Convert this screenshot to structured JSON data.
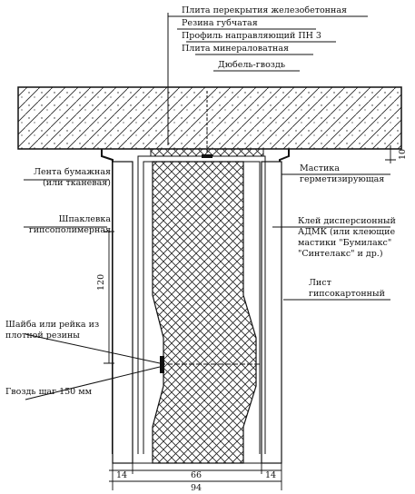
{
  "labels": {
    "slab": "Плита перекрытия железобетонная",
    "rubber": "Резина губчатая",
    "profile": "Профиль направляющий ПН 3",
    "mineral": "Плита минераловатная",
    "dowel": "Дюбель-гвоздь",
    "tape": "Лента бумажная (или тканевая)",
    "putty": "Шпаклевка гипсополимерная",
    "mastic": "Мастика герметизирующая",
    "glue": "Клей дисперсионный АДМК (или клеющие мастики \"Бумилакс\" \"Синтелакс\" и др.)",
    "sheet": "Лист гипсокартонный",
    "washer": "Шайба или рейка из плотной резины",
    "nail": "Гвоздь шаг 150 мм"
  },
  "dimensions": {
    "gap": "10",
    "height": "120",
    "left_sheet": "14",
    "core": "66",
    "right_sheet": "14",
    "total": "94"
  }
}
